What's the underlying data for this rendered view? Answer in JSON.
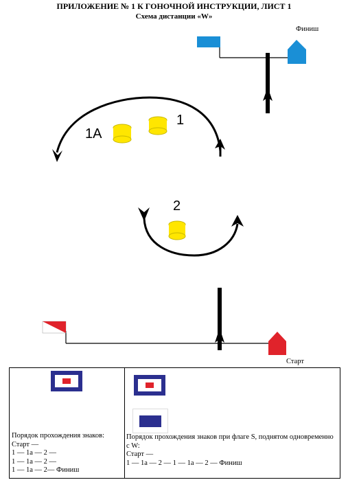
{
  "header": {
    "title": "ПРИЛОЖЕНИЕ № 1 К ГОНОЧНОЙ ИНСТРУКЦИИ, ЛИСТ 1",
    "subtitle": "Схема дистанции «W»"
  },
  "course": {
    "finish_label": "Финиш",
    "start_label": "Старт",
    "mark_labels": {
      "m1a": "1А",
      "m1": "1",
      "m2": "2"
    },
    "colors": {
      "finish_flag": "#1a8fd6",
      "start_flag": "#e0232b",
      "mark": "#ffe600",
      "arrow": "#000000"
    }
  },
  "legend": {
    "left": {
      "heading": " Порядок прохождения знаков:",
      "lines": [
        "Старт —",
        "1 — 1а — 2 —",
        "1 — 1а — 2 —",
        "1 — 1а — 2— Финиш"
      ]
    },
    "right": {
      "heading": "Порядок прохождения знаков при флаге S, поднятом одновременно с W:",
      "lines": [
        "Старт —",
        "1 — 1а — 2 — 1 — 1а — 2 — Финиш"
      ]
    },
    "flag_colors": {
      "blue": "#2b2f8f",
      "red": "#e0232b",
      "white": "#ffffff"
    }
  }
}
